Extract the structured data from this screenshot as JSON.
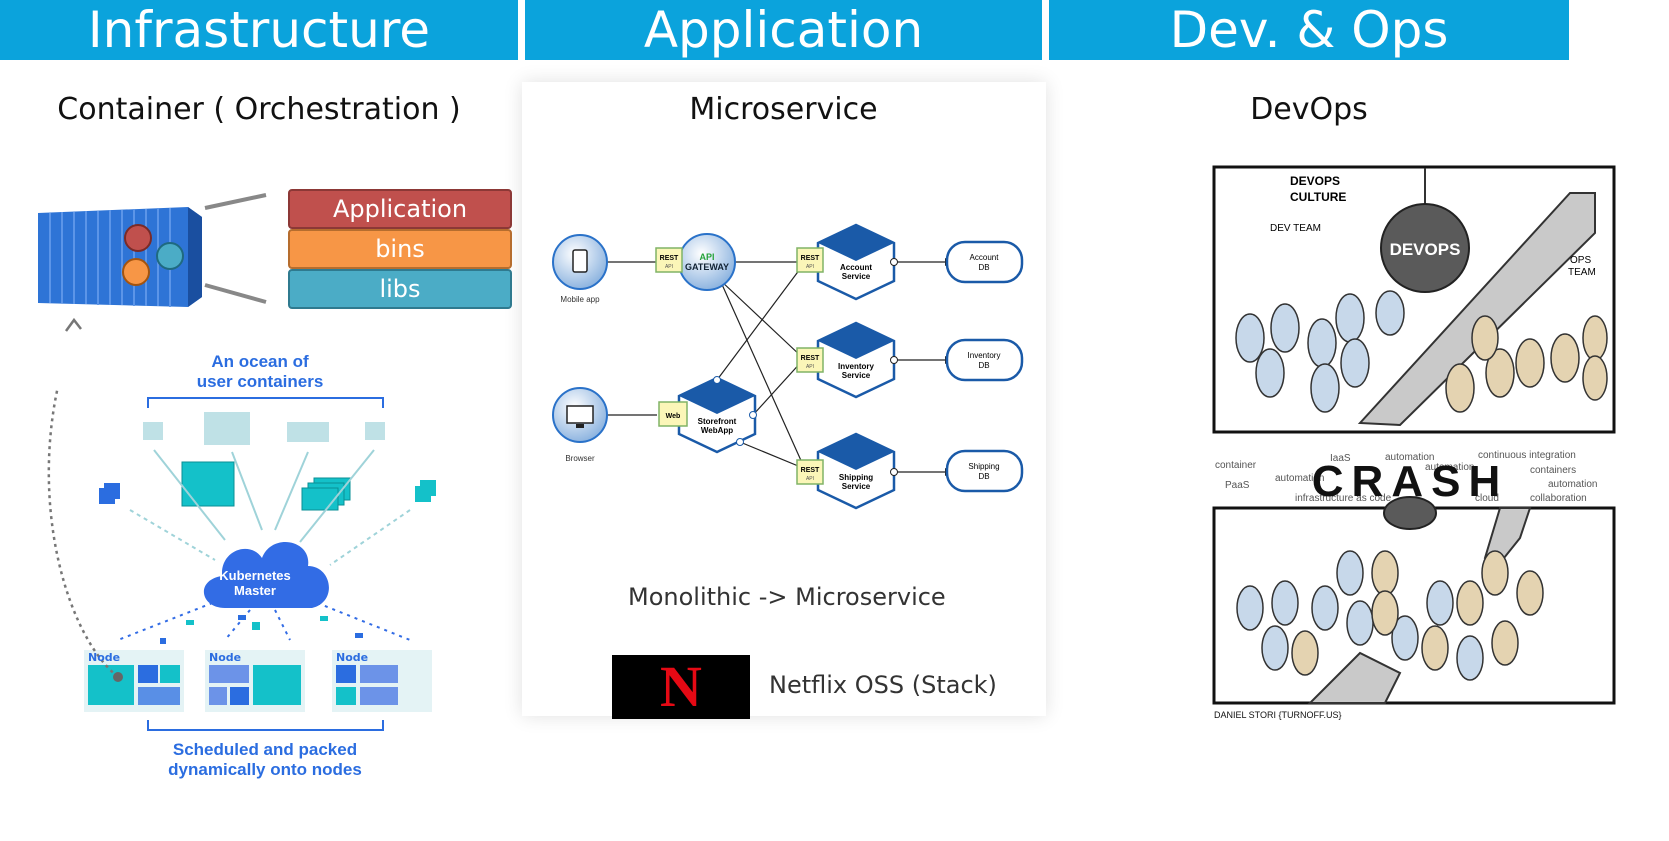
{
  "headers": {
    "infrastructure": "Infrastructure",
    "application": "Application",
    "devops": "Dev. & Ops"
  },
  "infrastructure": {
    "subtitle": "Container ( Orchestration )",
    "stack": [
      "Application",
      "bins",
      "libs"
    ],
    "ocean_label": "An ocean of\nuser containers",
    "master_label": "Kubernetes\nMaster",
    "node_label": "Node",
    "scheduled_label": "Scheduled and packed\ndynamically onto nodes"
  },
  "application": {
    "subtitle": "Microservice",
    "diagram": {
      "mobile": "Mobile app",
      "browser": "Browser",
      "rest": "REST",
      "api": "API",
      "web": "Web",
      "gateway_api": "API",
      "gateway": "GATEWAY",
      "storefront": "Storefront",
      "webapp": "WebApp",
      "account_service": [
        "Account",
        "Service"
      ],
      "inventory_service": [
        "Inventory",
        "Service"
      ],
      "shipping_service": [
        "Shipping",
        "Service"
      ],
      "account_db": [
        "Account",
        "DB"
      ],
      "inventory_db": [
        "Inventory",
        "DB"
      ],
      "shipping_db": [
        "Shipping",
        "DB"
      ]
    },
    "mono_text": "Monolithic -> Microservice",
    "netflix_logo": "N",
    "netflix_text": "Netflix OSS (Stack)"
  },
  "devops": {
    "subtitle": "DevOps",
    "culture": [
      "DEVOPS",
      "CULTURE"
    ],
    "dev_team": "DEV TEAM",
    "ops_team": [
      "OPS",
      "TEAM"
    ],
    "ball": "DEVOPS",
    "crash": "CRASH",
    "buzzwords": [
      "container",
      "IaaS",
      "automation",
      "continuous integration",
      "PaaS",
      "automation",
      "containers",
      "automation",
      "infrastructure as code",
      "cloud",
      "collaboration",
      "automation"
    ],
    "credit": "DANIEL STORI {TURNOFF.US}"
  },
  "colors": {
    "header": "#0ba3dc",
    "application_box": "#c0504d",
    "bins_box": "#f79646",
    "libs_box": "#4bacc6",
    "k8s_blue": "#326ce5",
    "netflix_red": "#e50914"
  }
}
